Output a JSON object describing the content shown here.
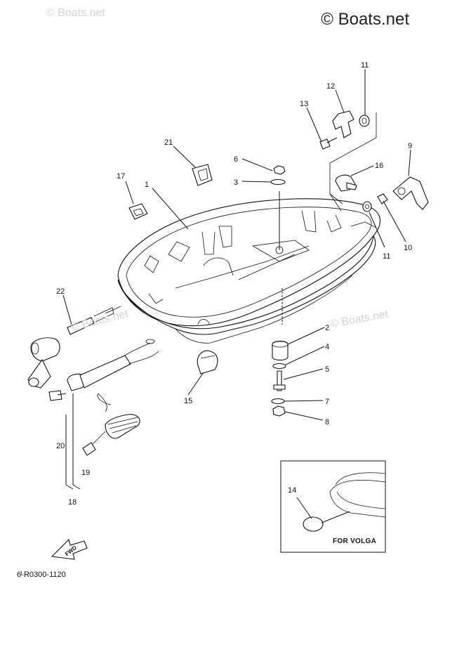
{
  "watermarks": {
    "main": "© Boats.net",
    "ghost": "© Boats.net"
  },
  "diagram_code": "6ᴸR0300-1120",
  "inset_label": "FOR VOLGA",
  "fwd_label": "FWD",
  "callouts": {
    "c1": "1",
    "c2": "2",
    "c3": "3",
    "c4": "4",
    "c5": "5",
    "c6": "6",
    "c7": "7",
    "c8": "8",
    "c9": "9",
    "c10": "10",
    "c11a": "11",
    "c11b": "11",
    "c12": "12",
    "c13": "13",
    "c14": "14",
    "c15": "15",
    "c16": "16",
    "c17": "17",
    "c18": "18",
    "c19": "19",
    "c20": "20",
    "c21": "21",
    "c22": "22"
  }
}
